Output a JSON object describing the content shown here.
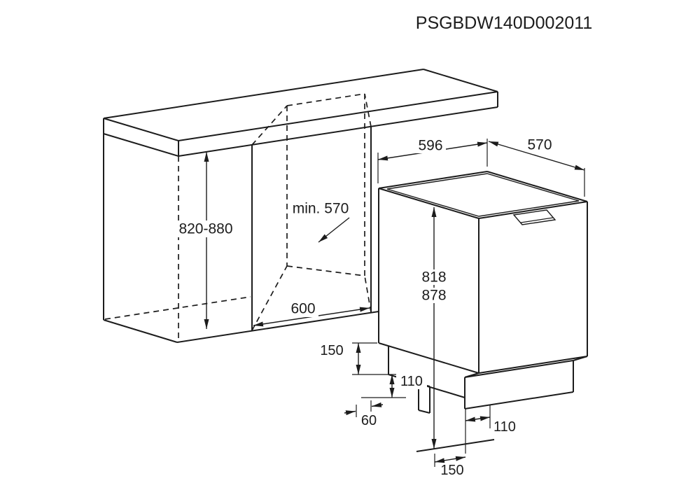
{
  "title": "PSGBDW140D002011",
  "diagram_type": "built-in dishwasher installation dimensions",
  "dimensions": {
    "cabinet_height": "820-880",
    "niche_depth": "min. 570",
    "niche_width": "600",
    "appliance_width": "596",
    "appliance_depth": "570",
    "appliance_height_min": "818",
    "appliance_height_max": "878",
    "plinth_left_range": "150",
    "plinth_left_height": "110",
    "plinth_adjust": "60",
    "plinth_front_depth": "110",
    "plinth_front_range": "150"
  }
}
